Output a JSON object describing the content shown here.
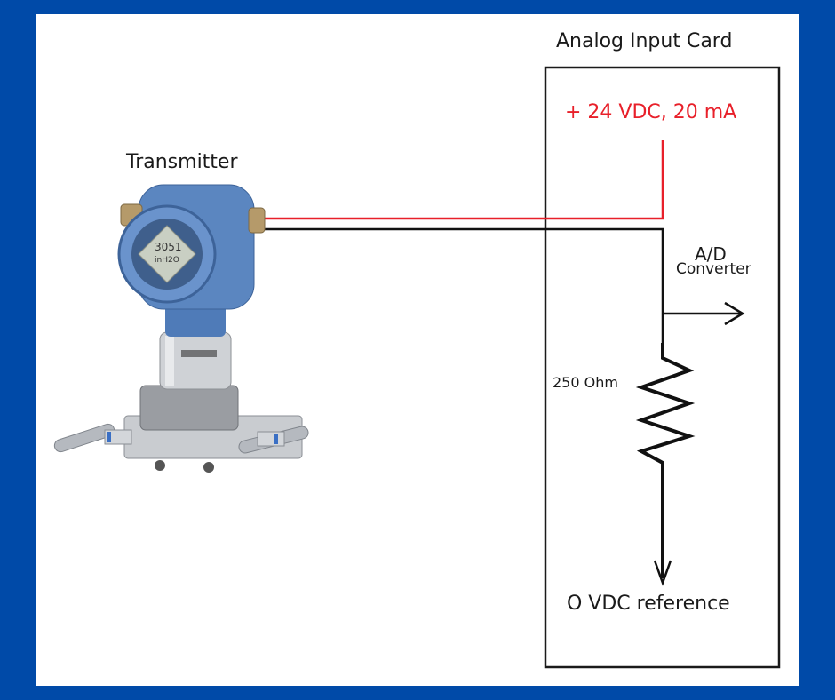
{
  "diagram": {
    "title": "Analog Input Card",
    "transmitter": {
      "label": "Transmitter",
      "display_line1": "3051",
      "display_line2": "inH2O"
    },
    "supply": {
      "label": "+ 24 VDC, 20 mA",
      "color": "#e8202a"
    },
    "adc": {
      "line1": "A/D",
      "line2": "Converter"
    },
    "resistor": {
      "label": "250 Ohm"
    },
    "reference": {
      "label": "O VDC reference"
    },
    "colors": {
      "frame": "#004aa8",
      "background": "#ffffff",
      "wire_positive": "#e8202a",
      "wire_negative": "#111111",
      "transmitter_housing": "#5b86c0"
    }
  }
}
